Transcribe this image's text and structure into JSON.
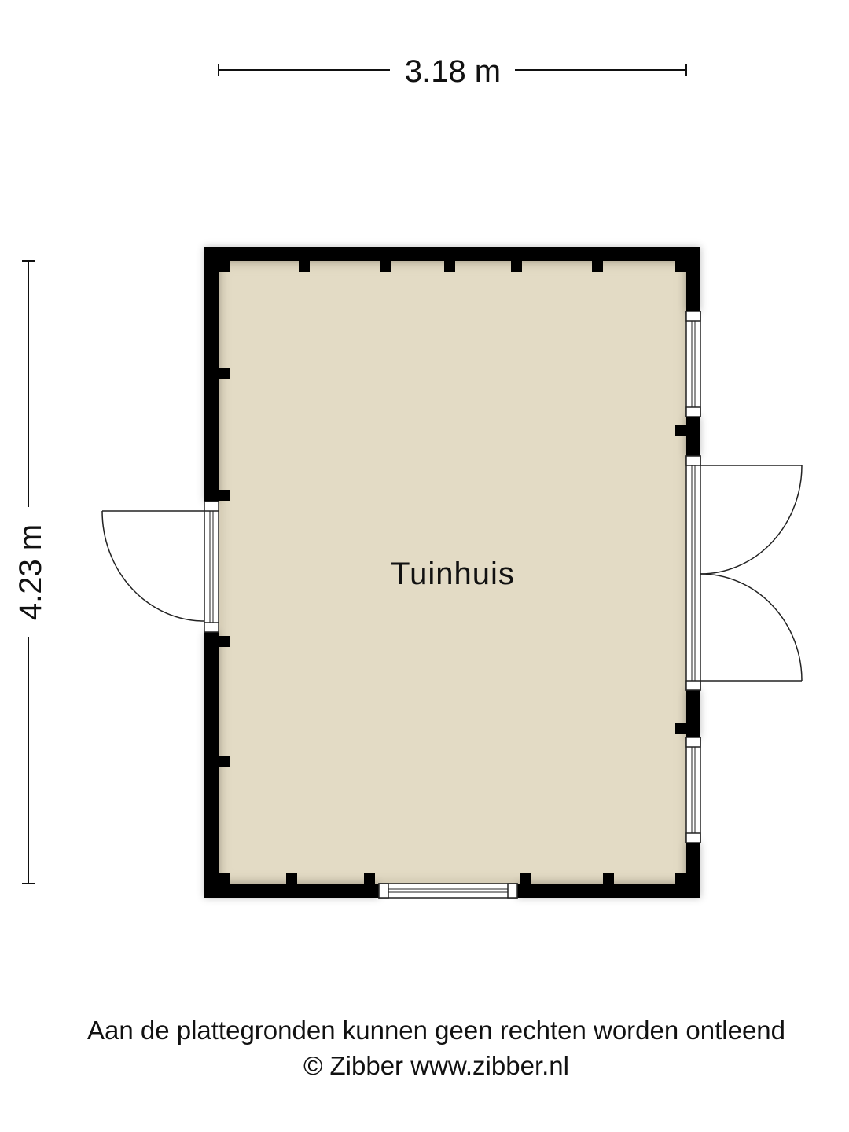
{
  "plan": {
    "room_label": "Tuinhuis",
    "width_label": "3.18 m",
    "height_label": "4.23 m"
  },
  "colors": {
    "floor": "#e3dbc5",
    "wall": "#000000",
    "line": "#111111",
    "background": "#ffffff"
  },
  "footer": {
    "disclaimer": "Aan de plattegronden kunnen geen rechten worden ontleend",
    "copyright": "© Zibber www.zibber.nl"
  }
}
